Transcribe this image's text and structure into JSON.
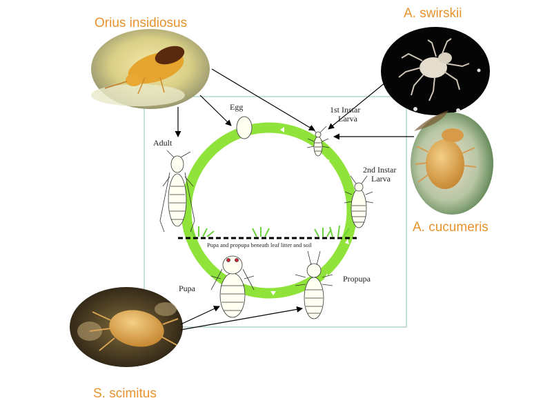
{
  "colors": {
    "label_orange": "#e8922c",
    "cycle_green": "#8fe33a",
    "frame": "#8dc0b4"
  },
  "predators": {
    "orius": "Orius insidiosus",
    "swirskii": "A. swirskii",
    "cucumeris": "A. cucumeris",
    "scimitus": "S. scimitus"
  },
  "stages": {
    "egg": "Egg",
    "first_instar_line1": "1st Instar",
    "first_instar_line2": "Larva",
    "second_instar_line1": "2nd Instar",
    "second_instar_line2": "Larva",
    "adult": "Adult",
    "pupa": "Pupa",
    "propupa": "Propupa"
  },
  "soil_caption": "Pupa and propupa beneath leaf litter and soil"
}
